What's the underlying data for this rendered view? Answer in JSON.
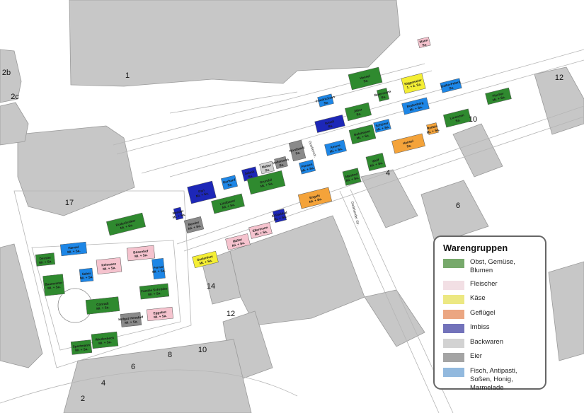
{
  "legend": {
    "title": "Warengruppen",
    "items": [
      {
        "label": "Obst, Gemüse, Blumen",
        "color": "#2f8a2f",
        "swatch": "#77a96b"
      },
      {
        "label": "Fleischer",
        "color": "#f5c3ce",
        "swatch": "#f2dfe4"
      },
      {
        "label": "Käse",
        "color": "#f4ee34",
        "swatch": "#ece882"
      },
      {
        "label": "Geflügel",
        "color": "#f4a33a",
        "swatch": "#eba682"
      },
      {
        "label": "Imbiss",
        "color": "#1d27b8",
        "swatch": "#7272ba"
      },
      {
        "label": "Backwaren",
        "color": "#d0d0d0",
        "swatch": "#d2d2d2"
      },
      {
        "label": "Eier",
        "color": "#8a8a8a",
        "swatch": "#a4a4a4"
      },
      {
        "label": "Fisch, Antipasti, Soßen, Honig, Marmelade",
        "color": "#1d86e6",
        "swatch": "#92b9de"
      }
    ]
  },
  "building_numbers": [
    "1",
    "17",
    "14",
    "12",
    "10",
    "8",
    "6",
    "4",
    "2",
    "4",
    "6",
    "10",
    "12",
    "2b",
    "2c"
  ],
  "street_labels": [
    "Gadelander Str.",
    "Goebenstr."
  ],
  "stalls": [
    {
      "name": "Dessler",
      "days": "Mi. + Sa.",
      "group": "Obst, Gemüse, Blumen"
    },
    {
      "name": "Hansel",
      "days": "Mi. + Sa.",
      "group": "Fisch, Antipasti, Soßen, Honig, Marmelade"
    },
    {
      "name": "Rodenbröker",
      "days": "Mi. + Sa.",
      "group": "Obst, Gemüse, Blumen"
    },
    {
      "name": "Baumeister",
      "days": "Mi. + Sa.",
      "group": "Obst, Gemüse, Blumen"
    },
    {
      "name": "Sabai",
      "days": "Mi. + Sa.",
      "group": "Fisch, Antipasti, Soßen, Honig, Marmelade"
    },
    {
      "name": "Rehmann",
      "days": "Mi. + Sa.",
      "group": "Fleischer"
    },
    {
      "name": "Bösenhof",
      "days": "Mi. + Sa.",
      "group": "Fleischer"
    },
    {
      "name": "Ferner",
      "days": "Mi. + Sa.",
      "group": "Fisch, Antipasti, Soßen, Honig, Marmelade"
    },
    {
      "name": "Conradi",
      "days": "Mi. + Sa.",
      "group": "Obst, Gemüse, Blumen"
    },
    {
      "name": "Familie Schröder",
      "days": "Mi. + Sa.",
      "group": "Obst, Gemüse, Blumen"
    },
    {
      "name": "Eggebot",
      "days": "Mi. + Sa.",
      "group": "Fleischer"
    },
    {
      "name": "Hofgut Hemdorf",
      "days": "Mi. + Sa.",
      "group": "Eier"
    },
    {
      "name": "Wiedenbeck",
      "days": "Mi. + Sa.",
      "group": "Obst, Gemüse, Blumen"
    },
    {
      "name": "Sportmann",
      "days": "Mi. + Sa.",
      "group": "Obst, Gemüse, Blumen"
    },
    {
      "name": "Pari",
      "days": "Mi. + Sa.",
      "group": "Imbiss"
    },
    {
      "name": "Gerhard",
      "days": "Sa.",
      "group": "Fisch, Antipasti, Soßen, Honig, Marmelade"
    },
    {
      "name": "Sabok",
      "days": "Sa.",
      "group": "Imbiss"
    },
    {
      "name": "Müller",
      "days": "Sa.",
      "group": "Backwaren"
    },
    {
      "name": "Hellemann",
      "days": "Sa.",
      "group": "Eier"
    },
    {
      "name": "Nordstedt",
      "days": "Sa.",
      "group": "Eier"
    },
    {
      "name": "Lindbauer",
      "days": "Mi. + Sa.",
      "group": "Obst, Gemüse, Blumen"
    },
    {
      "name": "Grundel",
      "days": "Mi. + Sa.",
      "group": "Obst, Gemüse, Blumen"
    },
    {
      "name": "Fiinsen",
      "days": "Mi. + Sa.",
      "group": "Fisch, Antipasti, Soßen, Honig, Marmelade"
    },
    {
      "name": "Bender",
      "days": "Mi. + Sa.",
      "group": "Eier"
    },
    {
      "name": "Bender",
      "days": "Mi. + Sa.",
      "group": "Imbiss"
    },
    {
      "name": "Müller",
      "days": "Mi. + Sa.",
      "group": "Fleischer"
    },
    {
      "name": "Ellermann",
      "days": "Mi. + Sa.",
      "group": "Fleischer"
    },
    {
      "name": "Al Raddad",
      "days": "Mi. + Sa.",
      "group": "Imbiss"
    },
    {
      "name": "Seelenhus",
      "days": "Mi. + Sa.",
      "group": "Käse"
    },
    {
      "name": "Engels",
      "days": "Mi. + Sa.",
      "group": "Geflügel"
    },
    {
      "name": "Ismail",
      "days": "Sa.",
      "group": "Imbiss"
    },
    {
      "name": "Amore",
      "days": "Mi. + Sa.",
      "group": "Fisch, Antipasti, Soßen, Honig, Marmelade"
    },
    {
      "name": "Friedrichsen",
      "days": "Sa.",
      "group": "Fisch, Antipasti, Soßen, Honig, Marmelade"
    },
    {
      "name": "Jäber",
      "days": "Sa.",
      "group": "Obst, Gemüse, Blumen"
    },
    {
      "name": "Bolelmann",
      "days": "Mi. + Sa.",
      "group": "Obst, Gemüse, Blumen"
    },
    {
      "name": "Schöner",
      "days": "Mi. + Sa.",
      "group": "Fisch, Antipasti, Soßen, Honig, Marmelade"
    },
    {
      "name": "Rodenberg",
      "days": "Mi. + Sa.",
      "group": "Fisch, Antipasti, Soßen, Honig, Marmelade"
    },
    {
      "name": "Manfred",
      "days": "Mi. + Sa.",
      "group": "Obst, Gemüse, Blumen"
    },
    {
      "name": "Wulf",
      "days": "Mi. + Sa.",
      "group": "Obst, Gemüse, Blumen"
    },
    {
      "name": "Hansel",
      "days": "Sa.",
      "group": "Geflügel"
    },
    {
      "name": "Hessel",
      "days": "Sa.",
      "group": "Obst, Gemüse, Blumen"
    },
    {
      "name": "Bolermann",
      "days": "Sa.",
      "group": "Obst, Gemüse, Blumen"
    },
    {
      "name": "Niggemeier",
      "days": "1. + 2. Sa.",
      "group": "Käse"
    },
    {
      "name": "Gaiba-Peters",
      "days": "Sa.",
      "group": "Fisch, Antipasti, Soßen, Honig, Marmelade"
    },
    {
      "name": "Lorenzen",
      "days": "Sa.",
      "group": "Obst, Gemüse, Blumen"
    },
    {
      "name": "Fischer",
      "days": "Mi. + Sa.",
      "group": "Obst, Gemüse, Blumen"
    },
    {
      "name": "Reifele",
      "days": "Mi. + Sa.",
      "group": "Geflügel"
    },
    {
      "name": "Mann",
      "days": "Sa.",
      "group": "Fleischer"
    }
  ]
}
